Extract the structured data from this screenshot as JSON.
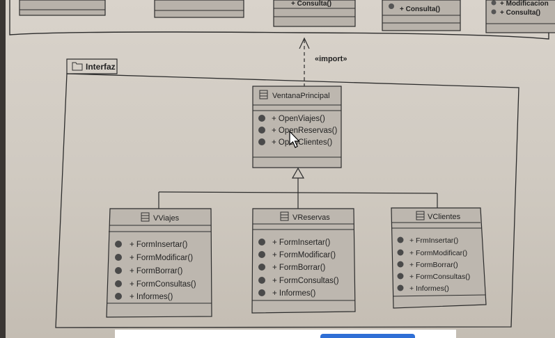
{
  "top_partial_classes": [
    {
      "ops": []
    },
    {
      "ops": []
    },
    {
      "ops": [
        "+ Consulta()"
      ]
    },
    {
      "ops": [
        "+ Consulta()"
      ]
    },
    {
      "ops": [
        "+ Modificacion",
        "+ Consulta()"
      ]
    }
  ],
  "import_label": "«import»",
  "package": {
    "name": "Interfaz"
  },
  "main_class": {
    "name": "VentanaPrincipal",
    "ops": [
      "+ OpenViajes()",
      "+ OpenReservas()",
      "+ OpenClientes()"
    ]
  },
  "sub_classes": [
    {
      "name": "VViajes",
      "ops": [
        "+ FormInsertar()",
        "+ FormModificar()",
        "+ FormBorrar()",
        "+ FormConsultas()",
        "+ Informes()"
      ]
    },
    {
      "name": "VReservas",
      "ops": [
        "+ FormInsertar()",
        "+ FormModificar()",
        "+ FormBorrar()",
        "+ FormConsultas()",
        "+ Informes()"
      ]
    },
    {
      "name": "VClientes",
      "ops": [
        "+ FrmInsertar()",
        "+ FormModificar()",
        "+ FormBorrar()",
        "+ FormConsultas()",
        "+ Informes()"
      ]
    }
  ]
}
